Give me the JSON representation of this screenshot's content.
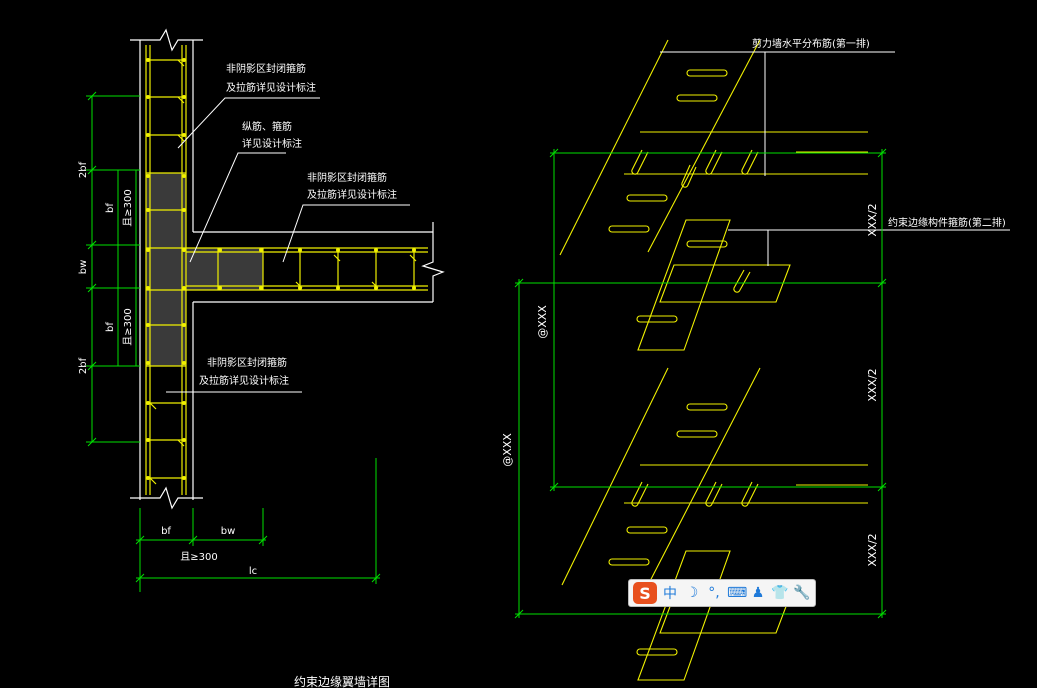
{
  "drawing": {
    "colors": {
      "background": "#000000",
      "wall_line": "#ffffff",
      "rebar": "#f0f000",
      "hatch": "#3a3a3a",
      "dimension": "#00e000",
      "text": "#ffffff"
    },
    "left_detail": {
      "label_upper_wall": "非阴影区封闭箍筋\n及拉筋详见设计标注",
      "label_longitudinal": "纵筋、箍筋\n详见设计标注",
      "label_flange": "非阴影区封闭箍筋\n及拉筋详见设计标注",
      "label_lower_wall": "非阴影区封闭箍筋\n及拉筋详见设计标注",
      "dim_2bf_top": "2bf",
      "dim_bf_top": "bf",
      "dim_ge300_top": "且≥300",
      "dim_bw_vertical": "bw",
      "dim_bf_bottom": "bf",
      "dim_ge300_bottom": "且≥300",
      "dim_2bf_bottom": "2bf",
      "dim_bf_horizontal": "bf",
      "dim_bw_horizontal": "bw",
      "dim_ge300_horizontal": "且≥300",
      "dim_lc": "lc",
      "caption": "约束边缘翼墙详图"
    },
    "right_detail": {
      "label_top": "剪力墙水平分布筋(第一排)",
      "label_middle": "约束边缘构件箍筋(第二排)",
      "dim_xxx_half_1": "XXX/2",
      "dim_xxx_half_2": "XXX/2",
      "dim_xxx_half_3": "XXX/2",
      "dim_at_xxx_inner": "@XXX",
      "dim_at_xxx_outer": "@XXX"
    }
  },
  "ime_toolbar": {
    "logo": "S",
    "items": [
      {
        "icon": "chinese-mode-icon",
        "label": "中"
      },
      {
        "icon": "moon-icon",
        "label": "☽"
      },
      {
        "icon": "punctuation-icon",
        "label": "°,"
      },
      {
        "icon": "keyboard-icon",
        "label": "⌨"
      },
      {
        "icon": "user-icon",
        "label": "♟"
      },
      {
        "icon": "shirt-icon",
        "label": "👕"
      },
      {
        "icon": "wrench-icon",
        "label": "🔧"
      }
    ]
  }
}
